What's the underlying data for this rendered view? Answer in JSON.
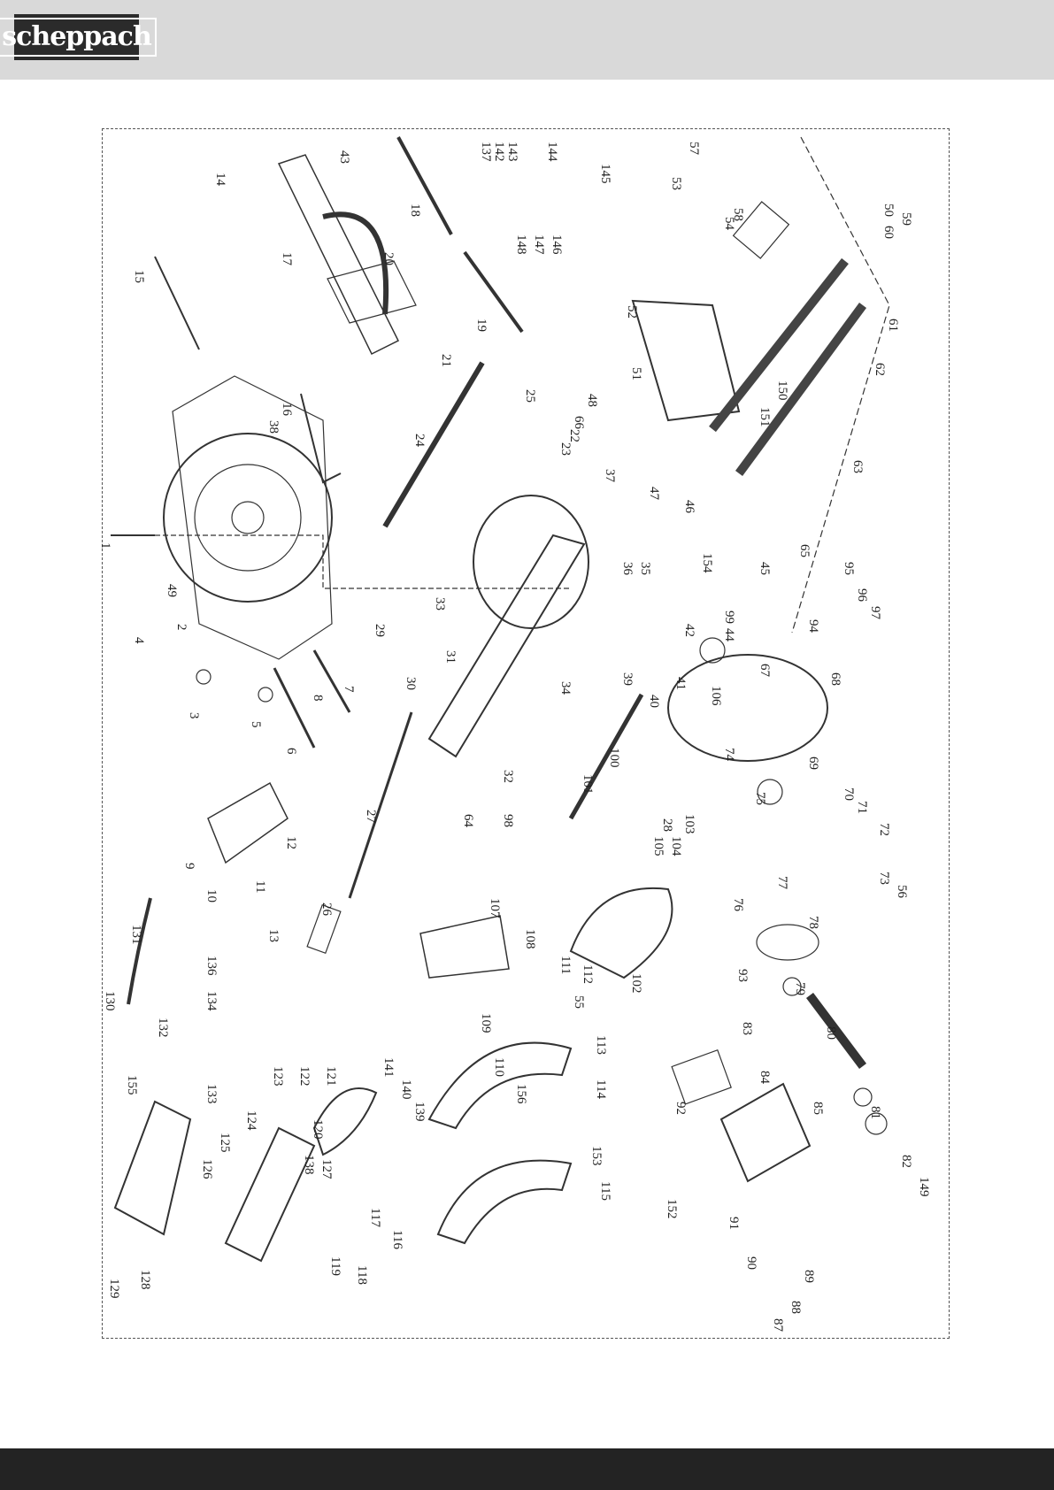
{
  "brand": {
    "logo_text": "scheppach"
  },
  "diagram": {
    "part_numbers": [
      "1",
      "2",
      "3",
      "4",
      "5",
      "6",
      "7",
      "8",
      "9",
      "10",
      "11",
      "12",
      "13",
      "14",
      "15",
      "16",
      "17",
      "18",
      "19",
      "20",
      "21",
      "22",
      "23",
      "24",
      "25",
      "26",
      "27",
      "28",
      "29",
      "30",
      "31",
      "32",
      "33",
      "34",
      "35",
      "36",
      "37",
      "38",
      "39",
      "40",
      "41",
      "42",
      "43",
      "44",
      "45",
      "46",
      "47",
      "48",
      "49",
      "50",
      "51",
      "52",
      "53",
      "54",
      "55",
      "56",
      "57",
      "58",
      "59",
      "60",
      "61",
      "62",
      "63",
      "64",
      "65",
      "66",
      "67",
      "68",
      "69",
      "70",
      "71",
      "72",
      "73",
      "74",
      "75",
      "76",
      "77",
      "78",
      "79",
      "80",
      "81",
      "82",
      "83",
      "84",
      "85",
      "87",
      "88",
      "89",
      "90",
      "91",
      "92",
      "93",
      "94",
      "95",
      "96",
      "97",
      "98",
      "99",
      "100",
      "101",
      "102",
      "103",
      "104",
      "105",
      "106",
      "107",
      "108",
      "109",
      "110",
      "111",
      "112",
      "113",
      "114",
      "115",
      "116",
      "117",
      "118",
      "119",
      "120",
      "121",
      "122",
      "123",
      "124",
      "125",
      "126",
      "127",
      "128",
      "129",
      "130",
      "131",
      "132",
      "133",
      "134",
      "136",
      "137",
      "138",
      "139",
      "140",
      "141",
      "142",
      "143",
      "144",
      "145",
      "146",
      "147",
      "148",
      "149",
      "150",
      "151",
      "152",
      "153",
      "154",
      "155",
      "156"
    ]
  }
}
